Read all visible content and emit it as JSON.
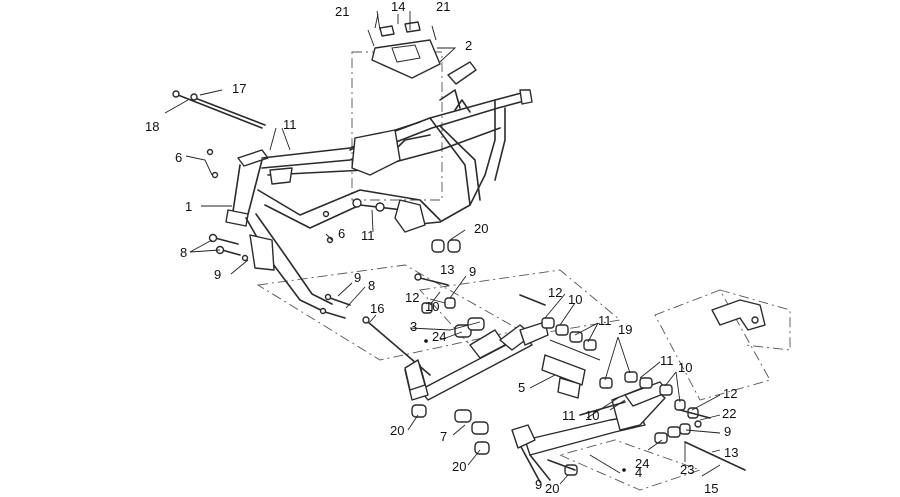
{
  "callouts": {
    "c1": "1",
    "c2": "2",
    "c3": "3",
    "c4": "4",
    "c5": "5",
    "c6a": "6",
    "c6b": "6",
    "c7": "7",
    "c8a": "8",
    "c8b": "8",
    "c9a": "9",
    "c9b": "9",
    "c9c": "9",
    "c9d": "9",
    "c9e": "9",
    "c10a": "10",
    "c10b": "10",
    "c10c": "10",
    "c10d": "10",
    "c11a": "11",
    "c11b": "11",
    "c11c": "11",
    "c11d": "11",
    "c11e": "11",
    "c12a": "12",
    "c12b": "12",
    "c12c": "12",
    "c13a": "13",
    "c13b": "13",
    "c14": "14",
    "c15": "15",
    "c16": "16",
    "c17": "17",
    "c18": "18",
    "c19": "19",
    "c20a": "20",
    "c20b": "20",
    "c20c": "20",
    "c20d": "20",
    "c21a": "21",
    "c21b": "21",
    "c22": "22",
    "c23": "23",
    "c24a": "24",
    "c24b": "24"
  }
}
